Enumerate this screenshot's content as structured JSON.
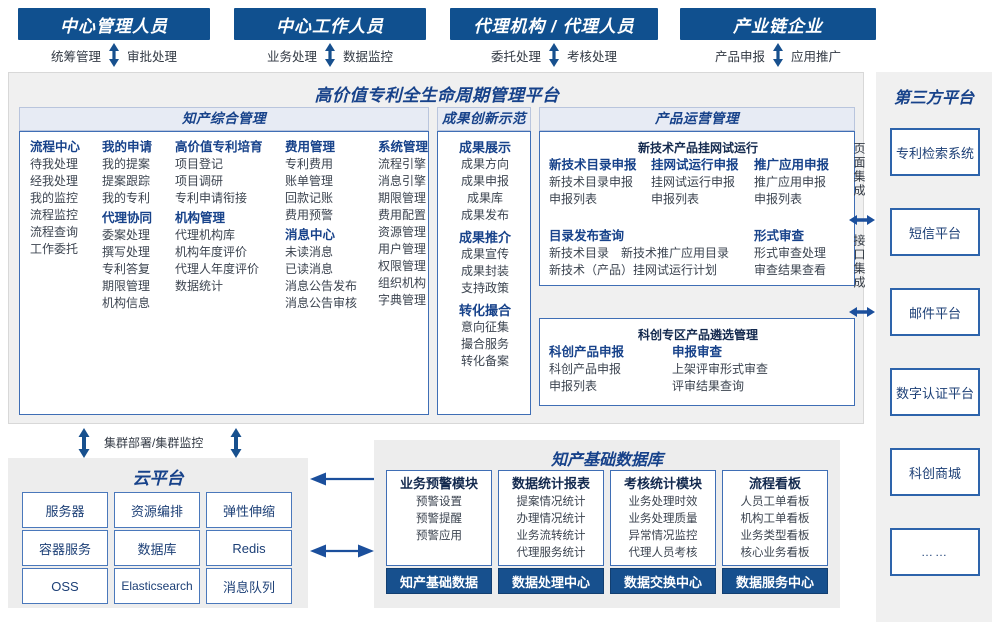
{
  "roles": [
    {
      "title": "中心管理人员",
      "left": "统筹管理",
      "right": "审批处理",
      "arrow": "double-vertical-arrow-icon"
    },
    {
      "title": "中心工作人员",
      "left": "业务处理",
      "right": "数据监控",
      "arrow": "double-vertical-arrow-icon"
    },
    {
      "title": "代理机构 / 代理人员",
      "left": "委托处理",
      "right": "考核处理",
      "arrow": "double-vertical-arrow-icon"
    },
    {
      "title": "产业链企业",
      "left": "产品申报",
      "right": "应用推广",
      "arrow": "double-vertical-arrow-icon"
    }
  ],
  "platform": {
    "title": "高价值专利全生命周期管理平台",
    "sections": {
      "zhichan": {
        "title": "知产综合管理",
        "columns": [
          {
            "groups": [
              {
                "title": "流程中心",
                "items": [
                  "待我处理",
                  "经我处理",
                  "我的监控",
                  "流程监控",
                  "流程查询",
                  "工作委托"
                ]
              }
            ]
          },
          {
            "groups": [
              {
                "title": "我的申请",
                "items": [
                  "我的提案",
                  "提案跟踪",
                  "我的专利"
                ]
              },
              {
                "title": "代理协同",
                "items": [
                  "委案处理",
                  "撰写处理",
                  "专利答复",
                  "期限管理",
                  "机构信息"
                ]
              }
            ]
          },
          {
            "groups": [
              {
                "title": "高价值专利培育",
                "items": [
                  "项目登记",
                  "项目调研",
                  "专利申请衔接"
                ]
              },
              {
                "title": "机构管理",
                "items": [
                  "代理机构库",
                  "机构年度评价",
                  "代理人年度评价",
                  "数据统计"
                ]
              }
            ]
          },
          {
            "groups": [
              {
                "title": "费用管理",
                "items": [
                  "专利费用",
                  "账单管理",
                  "回款记账",
                  "费用预警"
                ]
              },
              {
                "title": "消息中心",
                "items": [
                  "未读消息",
                  "已读消息",
                  "消息公告发布",
                  "消息公告审核"
                ]
              }
            ]
          },
          {
            "groups": [
              {
                "title": "系统管理",
                "items": [
                  "流程引擎",
                  "消息引擎",
                  "期限管理",
                  "费用配置",
                  "资源管理",
                  "用户管理",
                  "权限管理",
                  "组织机构",
                  "字典管理"
                ]
              }
            ]
          }
        ]
      },
      "chengguo": {
        "title": "成果创新示范",
        "groups": [
          {
            "title": "成果展示",
            "items": [
              "成果方向",
              "成果申报",
              "成果库",
              "成果发布"
            ]
          },
          {
            "title": "成果推介",
            "items": [
              "成果宣传",
              "成果封装",
              "支持政策"
            ]
          },
          {
            "title": "转化撮合",
            "items": [
              "意向征集",
              "撮合服务",
              "转化备案"
            ]
          }
        ]
      },
      "chanpin": {
        "title": "产品运营管理",
        "blocks": [
          {
            "heading": "新技术产品挂网试运行",
            "row1": [
              {
                "title": "新技术目录申报",
                "items": [
                  "新技术目录申报",
                  "申报列表"
                ]
              },
              {
                "title": "挂网试运行申报",
                "items": [
                  "挂网试运行申报",
                  "申报列表"
                ]
              },
              {
                "title": "推广应用申报",
                "items": [
                  "推广应用申报",
                  "申报列表"
                ]
              }
            ],
            "row2": [
              {
                "title": "目录发布查询",
                "items": [
                  "新技术目录",
                  "新技术推广应用目录",
                  "新技术（产品）挂网试运行计划"
                ]
              },
              {
                "title": "形式审查",
                "items": [
                  "形式审查处理",
                  "审查结果查看"
                ]
              }
            ]
          },
          {
            "heading": "科创专区产品遴选管理",
            "row1": [
              {
                "title": "科创产品申报",
                "items": [
                  "科创产品申报",
                  "申报列表"
                ]
              },
              {
                "title": "申报审查",
                "items": [
                  "上架评审形式审查",
                  "评审结果查询"
                ]
              }
            ]
          }
        ]
      }
    }
  },
  "integration": {
    "page": "页面集成",
    "api": "接口集成",
    "arrow": "double-horizontal-arrow-icon"
  },
  "third_party": {
    "title": "第三方平台",
    "boxes": [
      "专利检索系统",
      "短信平台",
      "邮件平台",
      "数字认证平台",
      "科创商城",
      "……"
    ]
  },
  "cluster_label": "集群部署/集群监控",
  "cloud": {
    "title": "云平台",
    "cells": [
      "服务器",
      "资源编排",
      "弹性伸缩",
      "容器服务",
      "数据库",
      "Redis",
      "OSS",
      "Elasticsearch",
      "消息队列"
    ]
  },
  "database": {
    "title": "知产基础数据库",
    "cards": [
      {
        "header": "业务预警模块",
        "items": [
          "预警设置",
          "预警提醒",
          "预警应用"
        ],
        "footer": "知产基础数据"
      },
      {
        "header": "数据统计报表",
        "items": [
          "提案情况统计",
          "办理情况统计",
          "业务流转统计",
          "代理服务统计"
        ],
        "footer": "数据处理中心"
      },
      {
        "header": "考核统计模块",
        "items": [
          "业务处理时效",
          "业务处理质量",
          "异常情况监控",
          "代理人员考核"
        ],
        "footer": "数据交换中心"
      },
      {
        "header": "流程看板",
        "items": [
          "人员工单看板",
          "机构工单看板",
          "业务类型看板",
          "核心业务看板"
        ],
        "footer": "数据服务中心"
      }
    ]
  },
  "colors": {
    "brand_blue": "#10508F",
    "accent_blue": "#17428a",
    "border_blue": "#3f6eb5",
    "panel_gray": "#F0F0F0",
    "band_lavender": "#E7EBF4",
    "arrow_blue": "#1b4f9c"
  }
}
